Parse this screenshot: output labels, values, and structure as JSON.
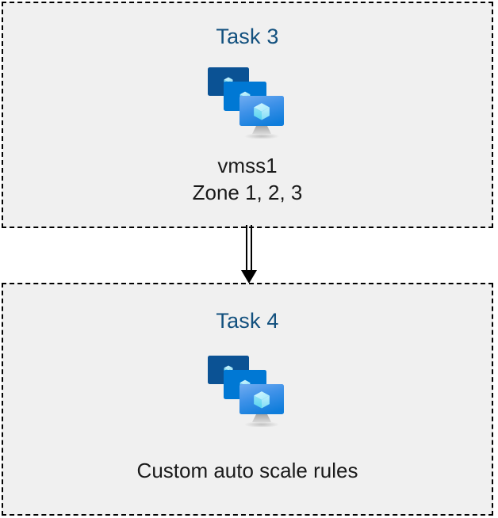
{
  "diagram": {
    "background_color": "#ffffff",
    "box_fill_color": "#f0f0f0",
    "box_border_color": "#000000",
    "title_color": "#12507e",
    "caption_color": "#1a1a1a",
    "connector_color": "#000000"
  },
  "boxes": [
    {
      "id": "task-3",
      "title": "Task 3",
      "icon": "vmss-icon",
      "caption_lines": [
        "vmss1",
        "Zone 1, 2, 3"
      ]
    },
    {
      "id": "task-4",
      "title": "Task 4",
      "icon": "vmss-icon",
      "caption_lines": [
        "Custom auto scale rules"
      ]
    }
  ],
  "connector": {
    "name": "double-line-arrow-down",
    "direction": "down",
    "from": "Task 3",
    "to": "Task 4"
  },
  "icon_colors": {
    "screen_back": "#0b5294",
    "screen_middle": "#0078d4",
    "screen_front_top": "#5ea0ef",
    "screen_front_bottom": "#0f7ddb",
    "cube_light": "#c3f1fb",
    "cube_mid": "#9ce5f4",
    "cube_dark": "#50e6ff",
    "stand": "#b3b3b3"
  }
}
